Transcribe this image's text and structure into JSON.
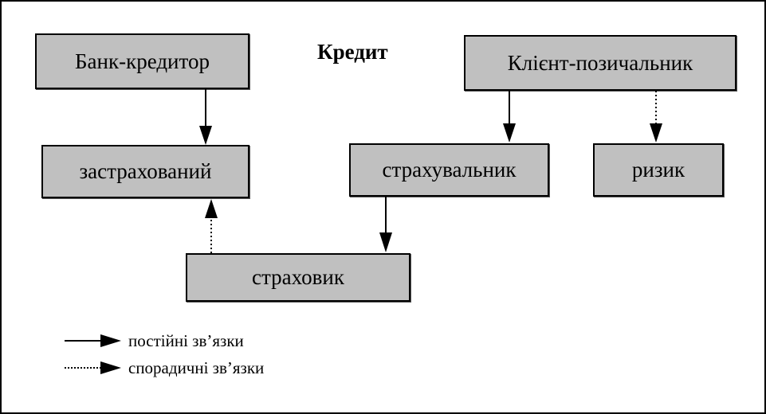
{
  "diagram": {
    "title": "Кредит",
    "nodes": {
      "bank": "Банк-кредитор",
      "client": "Клієнт-позичальник",
      "insured": "застрахований",
      "policyholder": "страхувальник",
      "risk": "ризик",
      "insurer": "страховик"
    },
    "edges": [
      {
        "from": "Банк-кредитор",
        "to": "застрахований",
        "style": "solid"
      },
      {
        "from": "Клієнт-позичальник",
        "to": "страхувальник",
        "style": "solid"
      },
      {
        "from": "Клієнт-позичальник",
        "to": "ризик",
        "style": "dotted"
      },
      {
        "from": "страхувальник",
        "to": "страховик",
        "style": "solid"
      },
      {
        "from": "страховик",
        "to": "застрахований",
        "style": "dotted"
      }
    ],
    "legend": {
      "solid": "постійні зв’язки",
      "dotted": "спорадичні зв’язки"
    },
    "colors": {
      "box_fill": "#c0c0c0",
      "stroke": "#000000"
    }
  }
}
